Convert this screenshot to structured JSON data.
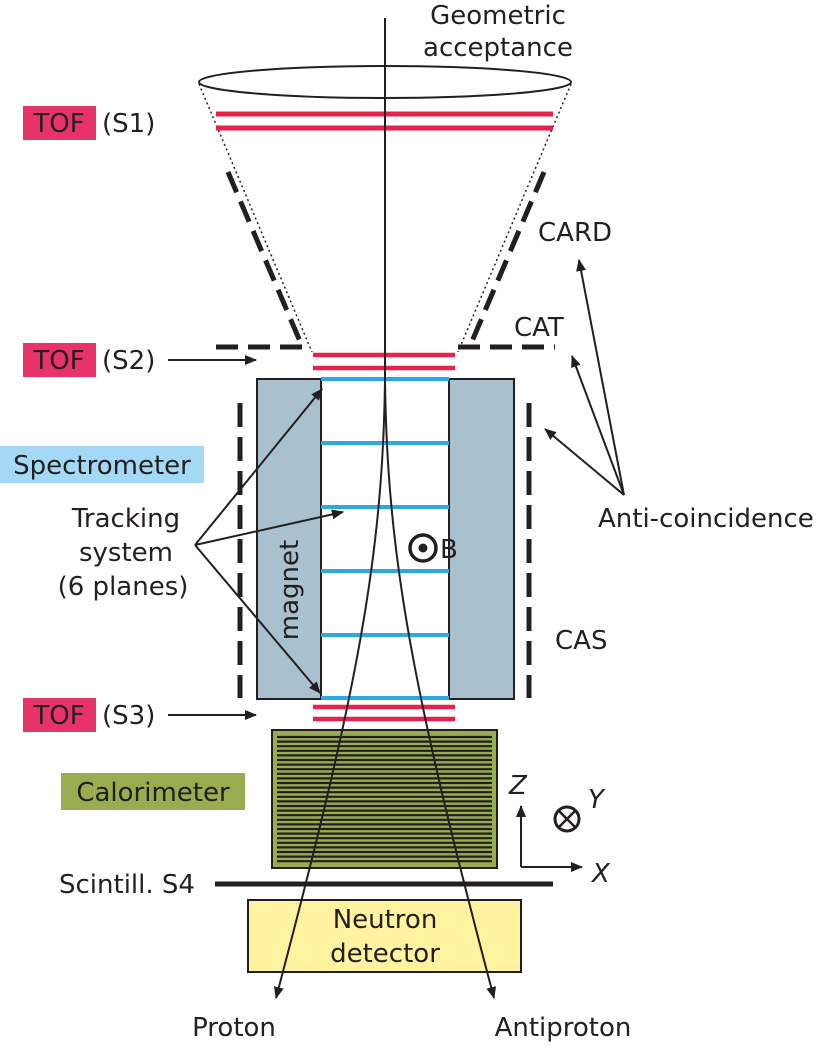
{
  "title": {
    "line1": "Geometric",
    "line2": "acceptance"
  },
  "tof": {
    "badge": "TOF",
    "s1": "(S1)",
    "s2": "(S2)",
    "s3": "(S3)"
  },
  "labels": {
    "card": "CARD",
    "cat": "CAT",
    "cas": "CAS",
    "anti_coincidence": "Anti-coincidence",
    "spectrometer": "Spectrometer",
    "tracking_line1": "Tracking",
    "tracking_line2": "system",
    "tracking_line3": "(6 planes)",
    "magnet": "magnet",
    "field": "B",
    "calorimeter": "Calorimeter",
    "scintillator": "Scintill. S4",
    "neutron_line1": "Neutron",
    "neutron_line2": "detector",
    "proton": "Proton",
    "antiproton": "Antiproton"
  },
  "axes": {
    "z": "Z",
    "y": "Y",
    "x": "X"
  },
  "colors": {
    "tof_red": "#e8214a",
    "tof_badge": "#e8336a",
    "tracker_blue": "#29abe2",
    "spectrometer_badge": "#a3d9f5",
    "magnet_fill": "#a9c1cf",
    "calorimeter_fill": "#98ad50",
    "neutron_fill": "#fff3a0",
    "ink": "#231f20"
  },
  "icons": {
    "field_symbol": "circled-dot-icon",
    "y_axis_symbol": "circled-cross-icon"
  }
}
